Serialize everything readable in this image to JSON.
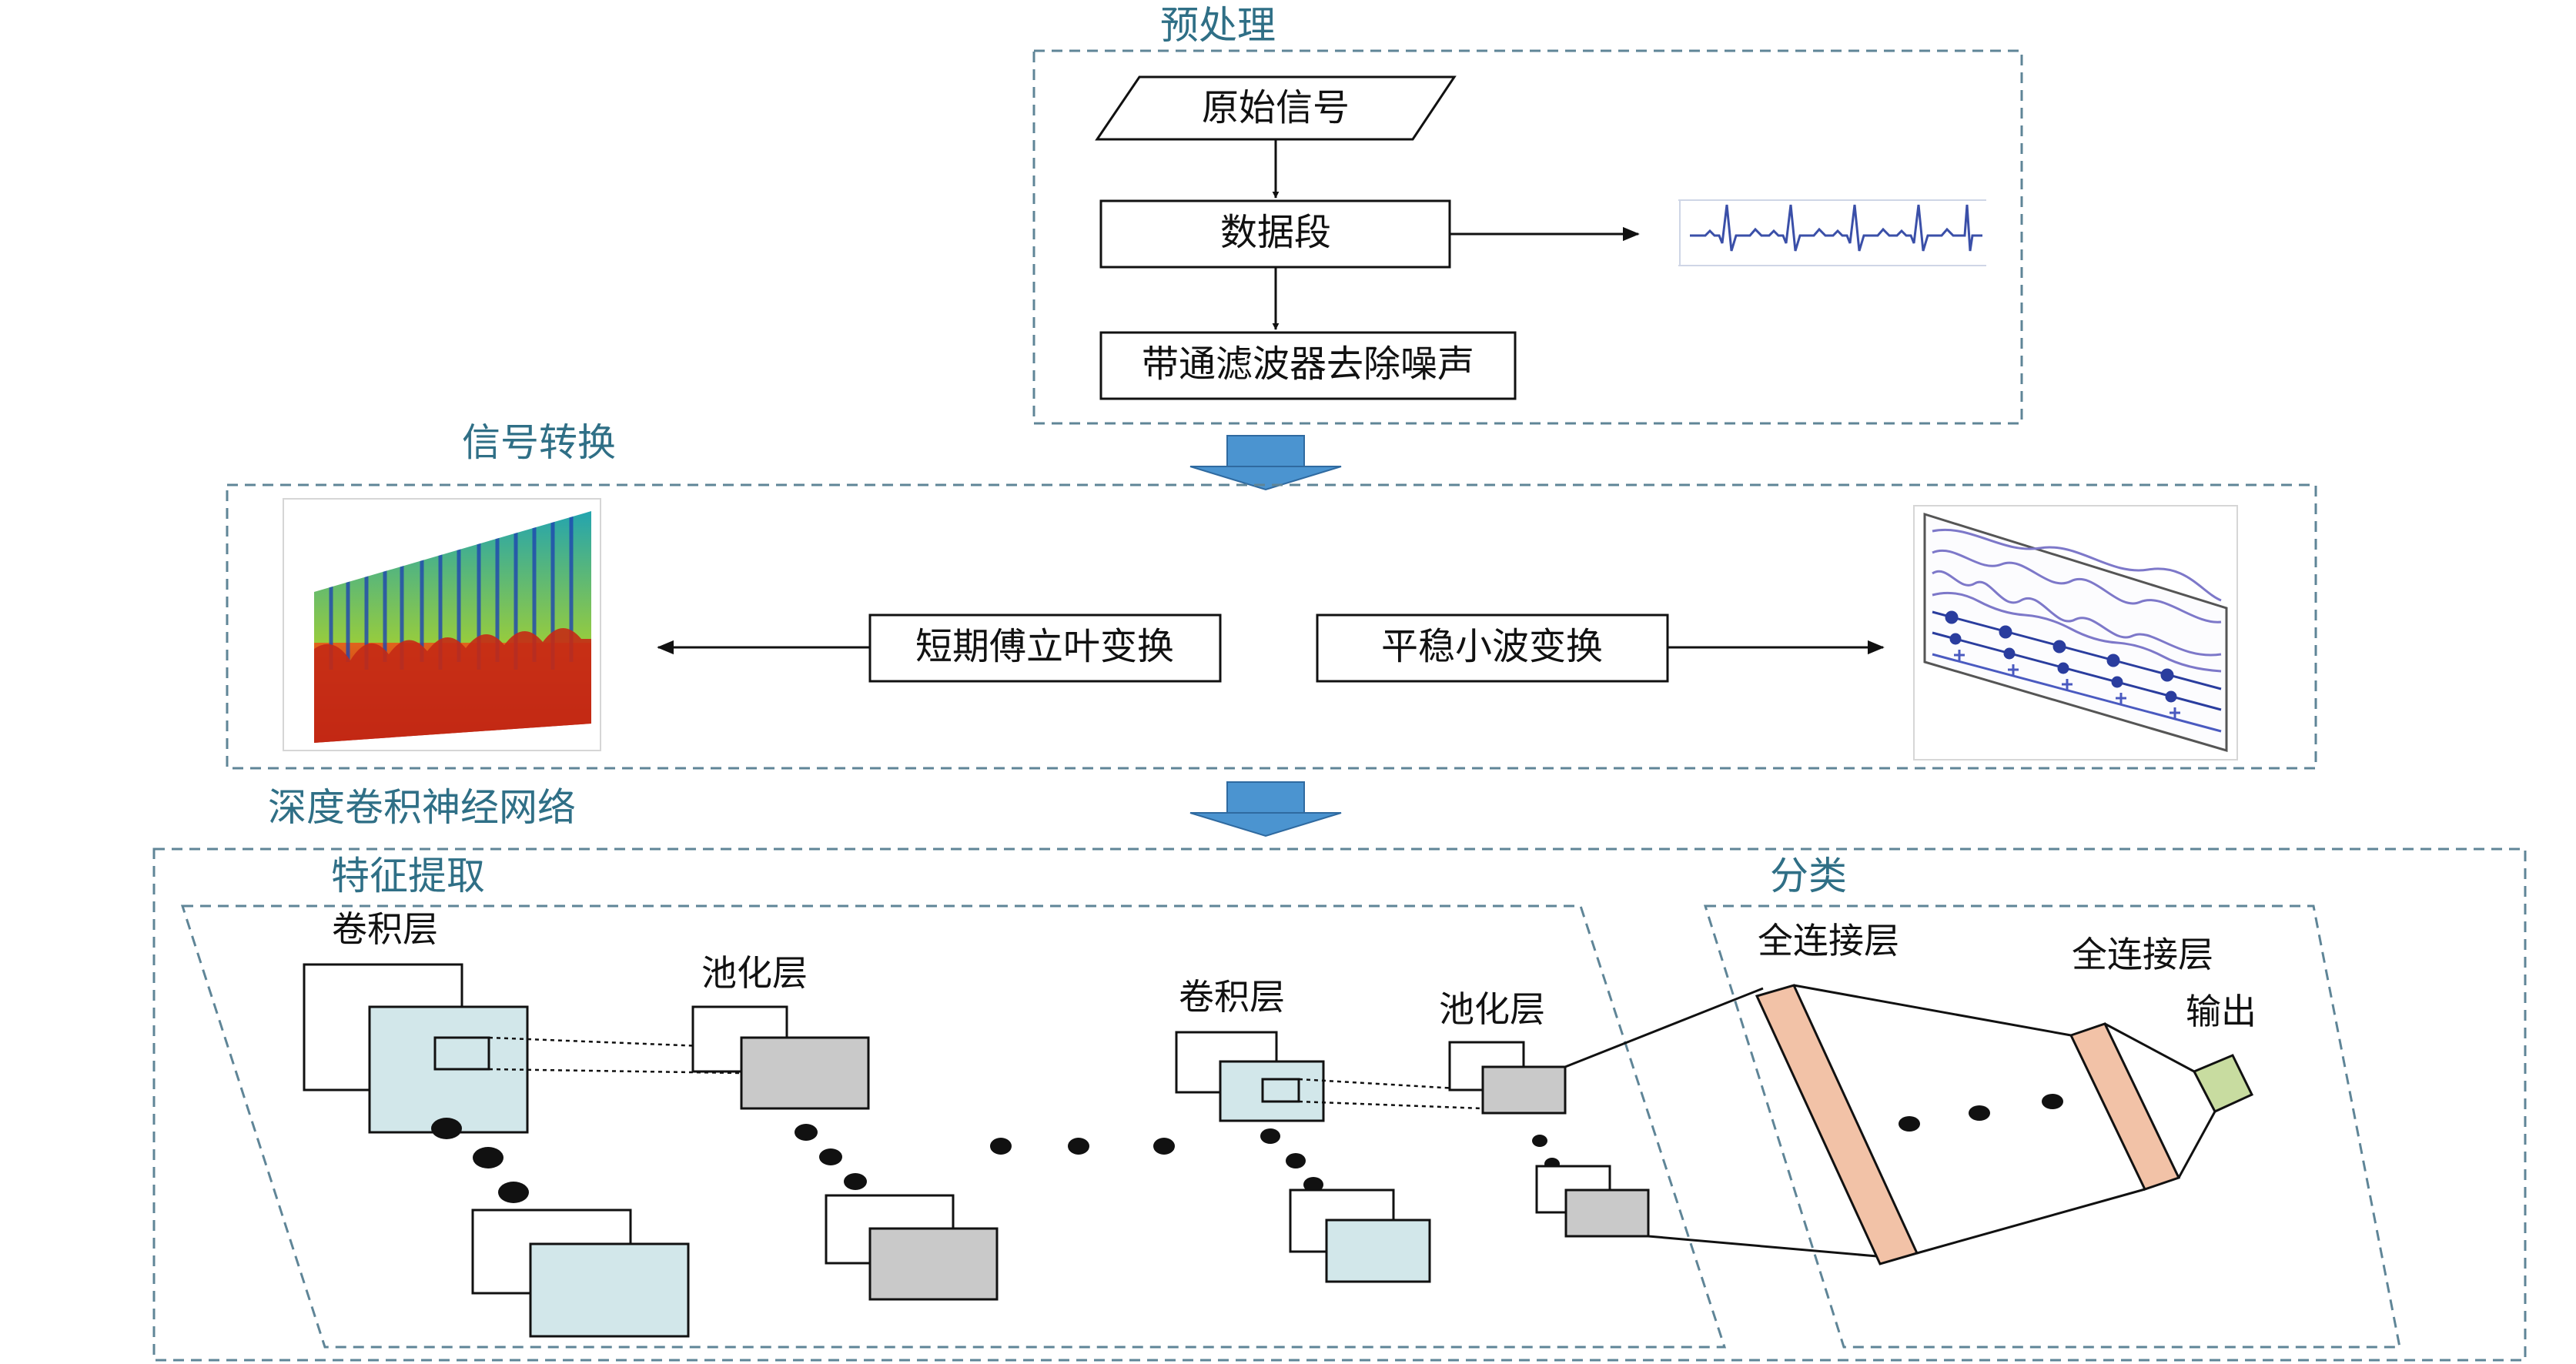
{
  "sections": {
    "preprocess": "预处理",
    "signal_transform": "信号转换",
    "dcnn": "深度卷积神经网络",
    "feature_extraction": "特征提取",
    "classification": "分类"
  },
  "preprocess": {
    "raw_signal": "原始信号",
    "segment": "数据段",
    "denoise": "带通滤波器去除噪声"
  },
  "transform": {
    "stft": "短期傅立叶变换",
    "swt": "平稳小波变换"
  },
  "layers": {
    "conv1": "卷积层",
    "pool1": "池化层",
    "conv2": "卷积层",
    "pool2": "池化层",
    "fc1": "全连接层",
    "fc2": "全连接层",
    "output": "输出"
  },
  "colors": {
    "section_border": "#5f8597",
    "section_label": "#2f6f86",
    "conv_fill": "#d2e7ea",
    "pool_fill": "#c9c9c9",
    "fc_fill": "#f2c2a7",
    "output_fill": "#c8dca0",
    "flow_arrow": "#4b94d0",
    "ecg_trace": "#3a4fa8"
  },
  "icons": {
    "ecg_thumbnail": "ecg-waveform-icon",
    "spectrogram": "spectrogram-image",
    "wavelet": "wavelet-decomposition-image",
    "flow_arrow": "down-arrow-icon"
  }
}
